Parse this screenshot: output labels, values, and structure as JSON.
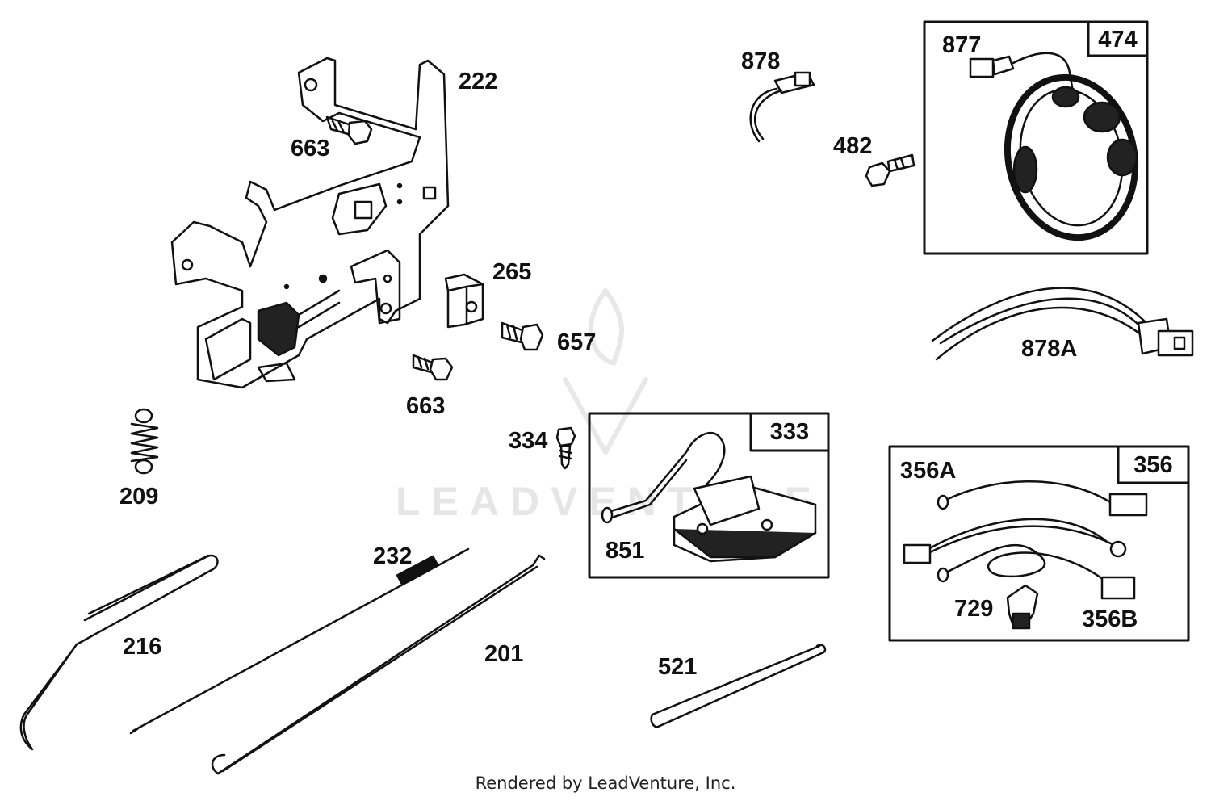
{
  "parts": [
    {
      "id": "p222",
      "label": "222"
    },
    {
      "id": "p663a",
      "label": "663"
    },
    {
      "id": "p265",
      "label": "265"
    },
    {
      "id": "p657",
      "label": "657"
    },
    {
      "id": "p663b",
      "label": "663"
    },
    {
      "id": "p209",
      "label": "209"
    },
    {
      "id": "p334",
      "label": "334"
    },
    {
      "id": "p232",
      "label": "232"
    },
    {
      "id": "p216",
      "label": "216"
    },
    {
      "id": "p201",
      "label": "201"
    },
    {
      "id": "p521",
      "label": "521"
    },
    {
      "id": "p878",
      "label": "878"
    },
    {
      "id": "p482",
      "label": "482"
    },
    {
      "id": "p877",
      "label": "877"
    },
    {
      "id": "p878A",
      "label": "878A"
    },
    {
      "id": "p851",
      "label": "851"
    },
    {
      "id": "p356A",
      "label": "356A"
    },
    {
      "id": "p729",
      "label": "729"
    },
    {
      "id": "p356B",
      "label": "356B"
    }
  ],
  "kits": [
    {
      "id": "k474",
      "label": "474"
    },
    {
      "id": "k333",
      "label": "333"
    },
    {
      "id": "k356",
      "label": "356"
    }
  ],
  "watermark": "LEADVENTURE",
  "footer": "Rendered by LeadVenture, Inc."
}
